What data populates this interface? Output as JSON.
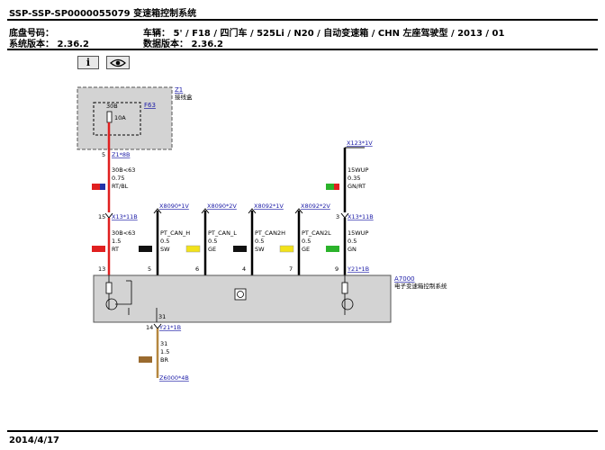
{
  "header": {
    "title": "SSP-SSP-SP0000055079 变速箱控制系统",
    "chassis_label": "底盘号码：",
    "chassis_value": "",
    "system_version_label": "系统版本：",
    "system_version_value": "2.36.2",
    "vehicle_label": "车辆：",
    "vehicle_value": "5' / F18 / 四门车 / 525Li / N20 / 自动变速箱 / CHN 左座驾驶型 / 2013 / 01",
    "data_version_label": "数据版本：",
    "data_version_value": "2.36.2"
  },
  "toolbar": {
    "info_icon": "info-icon",
    "view_icon": "eye-icon",
    "info_glyph": "i"
  },
  "components": {
    "z1": {
      "id": "Z1",
      "name": "接线盒",
      "fuse_link": "F63",
      "fuse_pin": "30B",
      "fuse_rating": "10A"
    },
    "a7000": {
      "id": "A7000",
      "name": "电子变速箱控制系统"
    }
  },
  "wires": [
    {
      "key": "pwr_upper",
      "connector": "Z1*8B",
      "pin": "5",
      "signal": "30B<63",
      "size": "0.75",
      "color": "RT/BL",
      "swatch": [
        "#e02020",
        "#2233aa"
      ]
    },
    {
      "key": "pwr_lower",
      "connector": "X13*11B",
      "pin": "15",
      "signal": "30B<63",
      "size": "1.5",
      "color": "RT",
      "swatch": [
        "#e02020"
      ],
      "module_pin": "13"
    },
    {
      "key": "can_h1",
      "connector": "X8090*1V",
      "signal": "PT_CAN_H",
      "size": "0.5",
      "color": "SW",
      "swatch": [
        "#111111"
      ],
      "module_pin": "5"
    },
    {
      "key": "can_l1",
      "connector": "X8090*2V",
      "signal": "PT_CAN_L",
      "size": "0.5",
      "color": "GE",
      "swatch": [
        "#f2e21a"
      ],
      "module_pin": "6"
    },
    {
      "key": "can_h2",
      "connector": "X8092*1V",
      "signal": "PT_CAN2H",
      "size": "0.5",
      "color": "SW",
      "swatch": [
        "#111111"
      ],
      "module_pin": "4"
    },
    {
      "key": "can_l2",
      "connector": "X8092*2V",
      "signal": "PT_CAN2L",
      "size": "0.5",
      "color": "GE",
      "swatch": [
        "#f2e21a"
      ],
      "module_pin": "7"
    },
    {
      "key": "wup_upper",
      "connector": "X123*1V",
      "signal": "15WUP",
      "size": "0.35",
      "color": "GN/RT",
      "swatch": [
        "#2bb32b",
        "#e02020"
      ]
    },
    {
      "key": "wup_lower",
      "connector": "X13*11B",
      "pin": "3",
      "signal": "15WUP",
      "size": "0.5",
      "color": "GN",
      "swatch": [
        "#2bb32b"
      ],
      "module_pin": "9",
      "module_connector": "Y21*1B"
    },
    {
      "key": "gnd",
      "connector": "Y21*1B",
      "pin": "14",
      "signal": "31",
      "size": "1.5",
      "color": "BR",
      "swatch": [
        "#9a6a2e"
      ],
      "end_connector": "Z6000*4B",
      "inner_label": "31"
    }
  ],
  "footer": {
    "date": "2014/4/17"
  },
  "colors": {
    "red": "#e02020",
    "brown": "#b5873f",
    "box_fill": "#d3d3d3",
    "link": "#1a1aa6"
  }
}
